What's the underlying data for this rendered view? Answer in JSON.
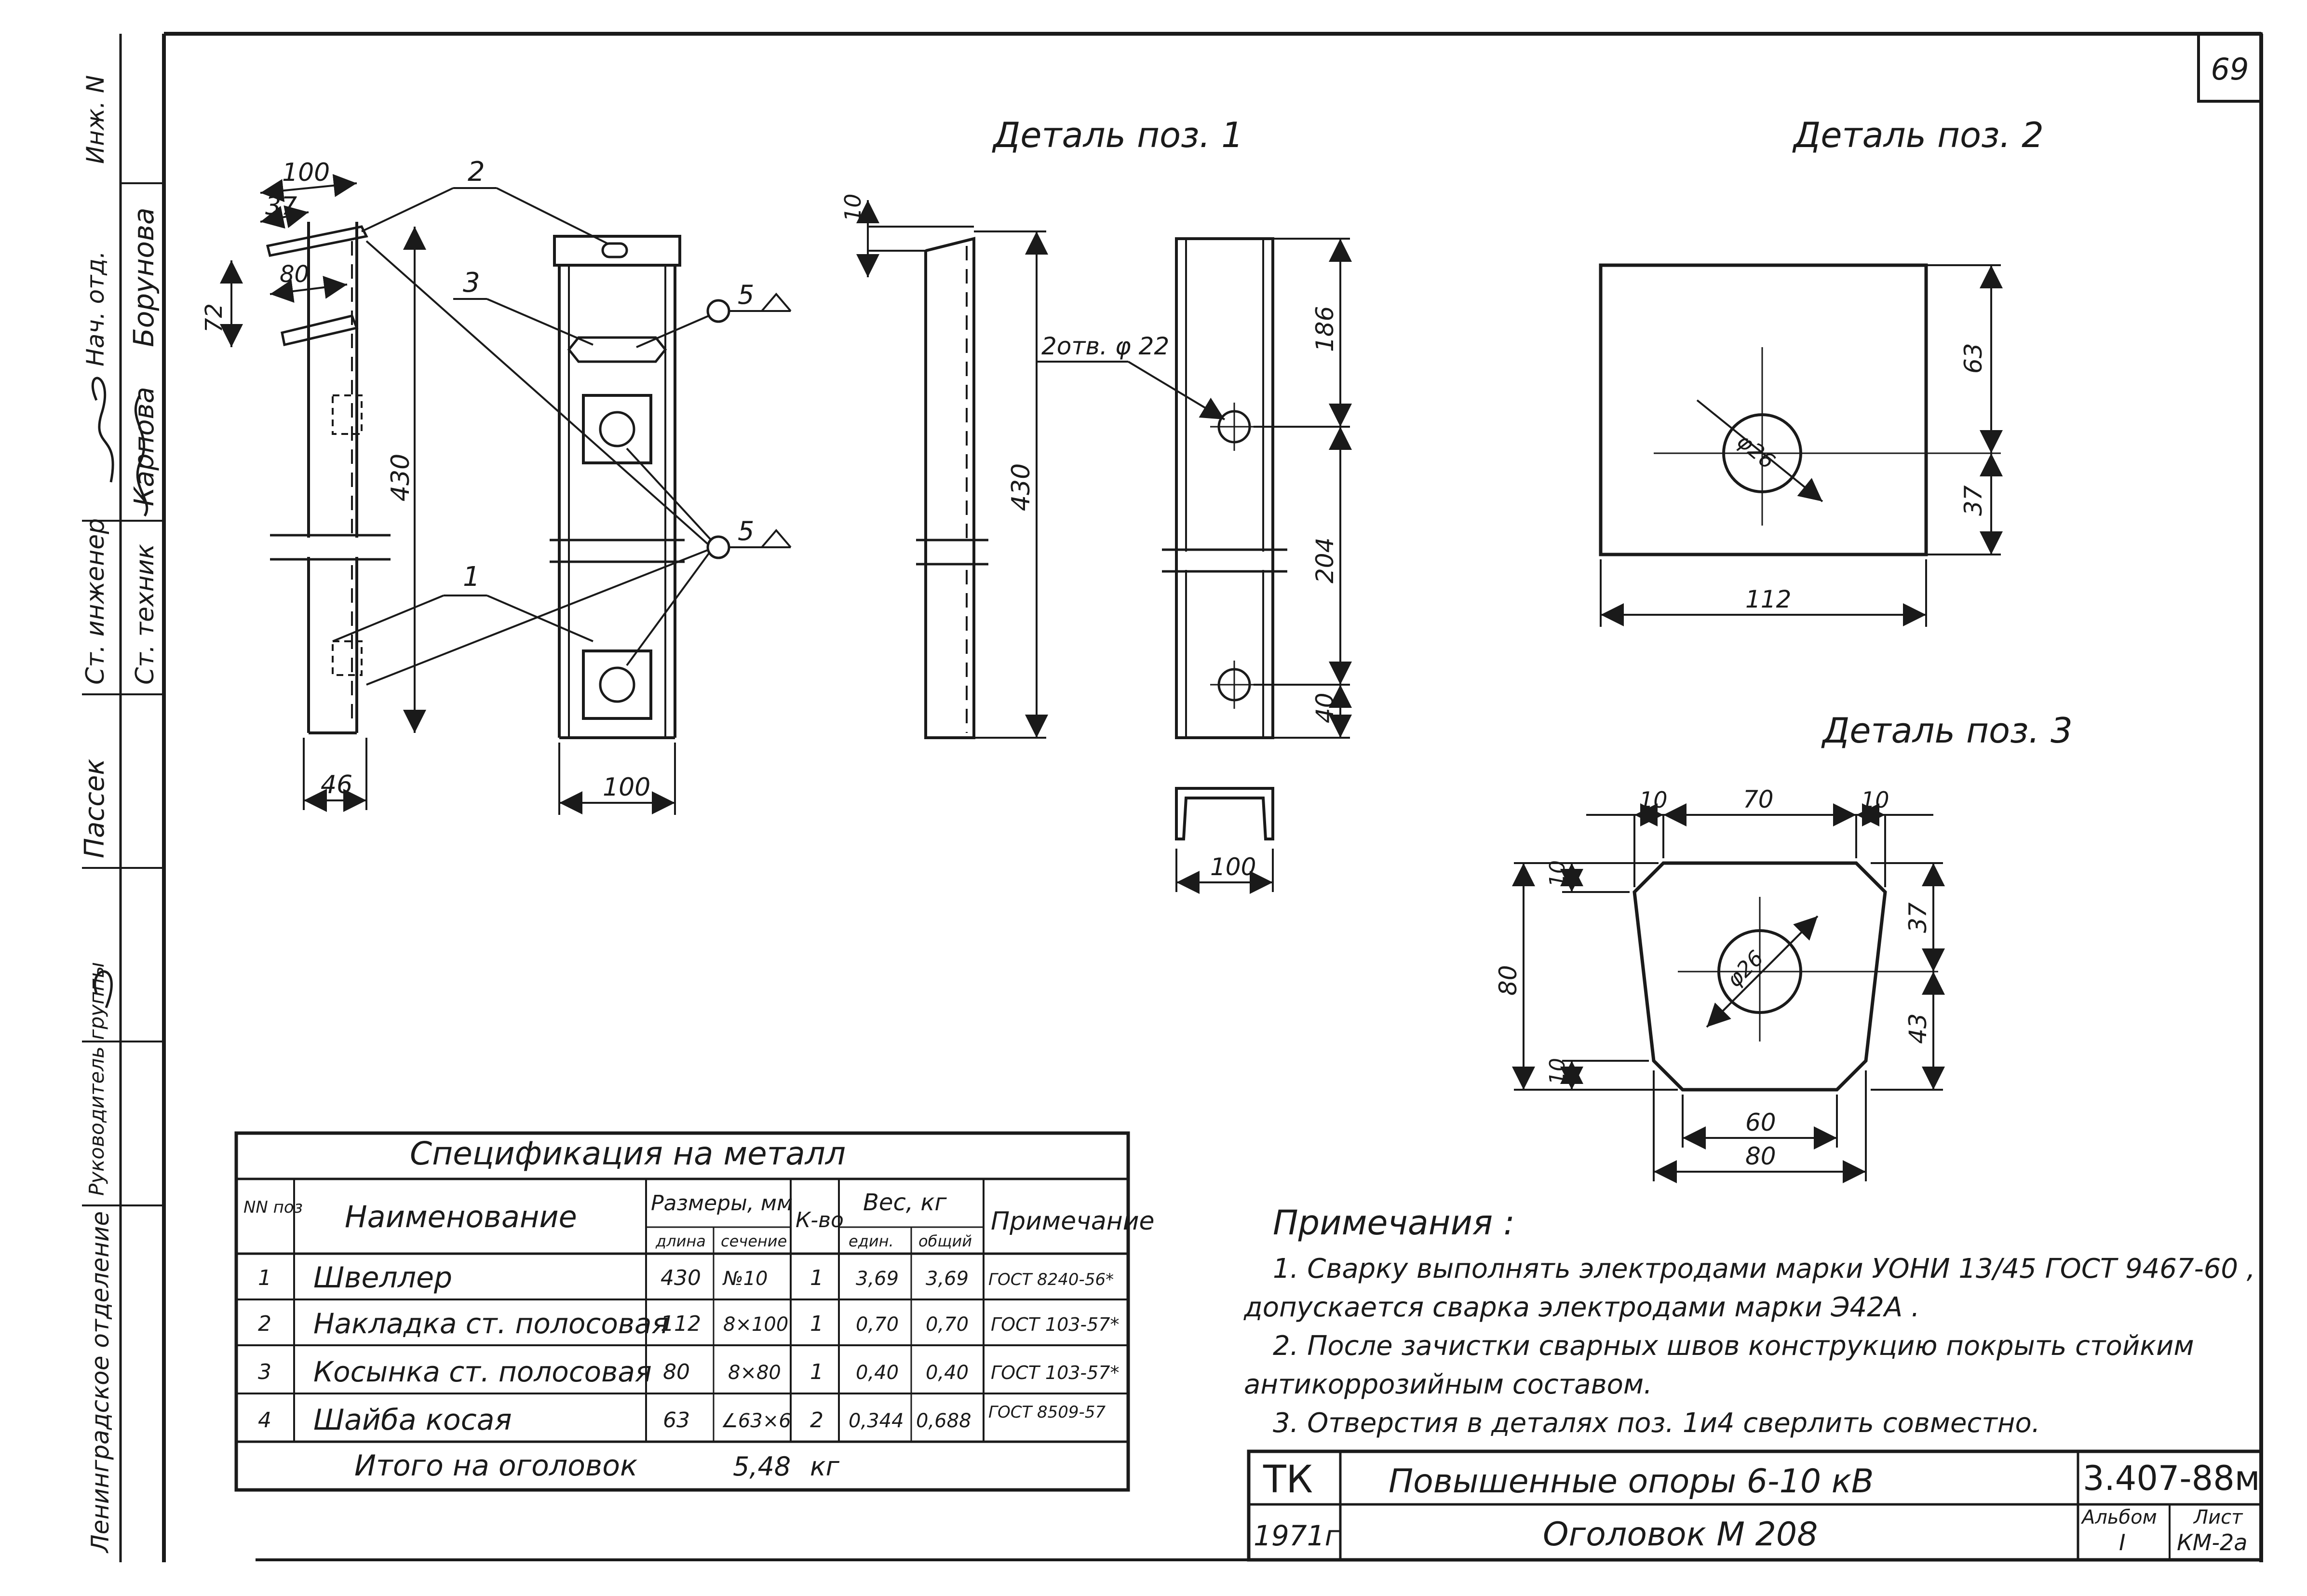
{
  "page_number": "69",
  "views": {
    "detail_pos1": "Деталь поз. 1",
    "detail_pos2": "Деталь поз. 2",
    "detail_pos3": "Деталь поз. 3"
  },
  "callouts": {
    "c1": "1",
    "c2": "2",
    "c3": "3",
    "weld_a": "5",
    "weld_b": "5"
  },
  "dims": {
    "d100_top": "100",
    "d37": "37",
    "d80_side": "80",
    "d72": "72",
    "d430_left": "430",
    "d46": "46",
    "d100_front": "100",
    "d10_pos1": "10",
    "d430_pos1": "430",
    "holes": "2отв. φ 22",
    "d186": "186",
    "d204": "204",
    "d40": "40",
    "d100_section": "100",
    "d63": "63",
    "d37_pos2": "37",
    "dia26_pos2": "φ26",
    "d112": "112",
    "d10_a": "10",
    "d70": "70",
    "d10_b": "10",
    "d10_left_top": "10",
    "d80_left": "80",
    "d10_left_bot": "10",
    "d37_pos3": "37",
    "d43": "43",
    "dia26_pos3": "φ26",
    "d60": "60",
    "d80_bottom": "80"
  },
  "notes": {
    "heading": "Примечания :",
    "n1_line1": "1. Сварку выполнять электродами марки УОНИ 13/45 ГОСТ 9467-60 ,",
    "n1_line2": "допускается сварка электродами марки Э42А .",
    "n2_line1": "2. После зачистки сварных швов конструкцию покрыть стойким",
    "n2_line2": "антикоррозийным составом.",
    "n3": "3. Отверстия в деталях поз. 1и4 сверлить совместно."
  },
  "spec": {
    "title": "Спецификация   на   металл",
    "headers": {
      "num": "NN поз",
      "name": "Наименование",
      "sizes": "Размеры, мм",
      "length": "длина",
      "section": "сечение",
      "qty": "К-во",
      "weight": "Вес, кг",
      "unit": "един.",
      "total": "общий",
      "note": "Примечание"
    },
    "rows": [
      {
        "num": "1",
        "name": "Швеллер",
        "length": "430",
        "section": "№10",
        "qty": "1",
        "unit": "3,69",
        "total": "3,69",
        "note": "ГОСТ 8240-56*"
      },
      {
        "num": "2",
        "name": "Накладка ст. полосовая",
        "length": "112",
        "section": "8×100",
        "qty": "1",
        "unit": "0,70",
        "total": "0,70",
        "note": "ГОСТ 103-57*"
      },
      {
        "num": "3",
        "name": "Косынка ст. полосовая",
        "length": "80",
        "section": "8×80",
        "qty": "1",
        "unit": "0,40",
        "total": "0,40",
        "note": "ГОСТ 103-57*"
      },
      {
        "num": "4",
        "name": "Шайба косая",
        "length": "63",
        "section": "∠63×6",
        "qty": "2",
        "unit": "0,344",
        "total": "0,688",
        "note": "ГОСТ 8509-57"
      }
    ],
    "total_label": "Итого на оголовок",
    "total_value": "5,48",
    "total_unit": "кг"
  },
  "title_block": {
    "org": "ТК",
    "year": "1971г",
    "title": "Повышенные   опоры   6-10 кВ",
    "subtitle": "Оголовок   М 208",
    "code": "3.407-88м",
    "album_label": "Альбом",
    "album": "I",
    "sheet_label": "Лист",
    "sheet": "КМ-2а"
  },
  "left_stamp": {
    "col_a": [
      "Инж. N",
      "Нач. отд.",
      "Ст. инженер",
      "Пассек",
      "",
      "Руководитель группы",
      "Ленинградское отделение"
    ],
    "col_b": [
      "Борунова",
      "Карпова",
      "Ст. техник"
    ]
  }
}
